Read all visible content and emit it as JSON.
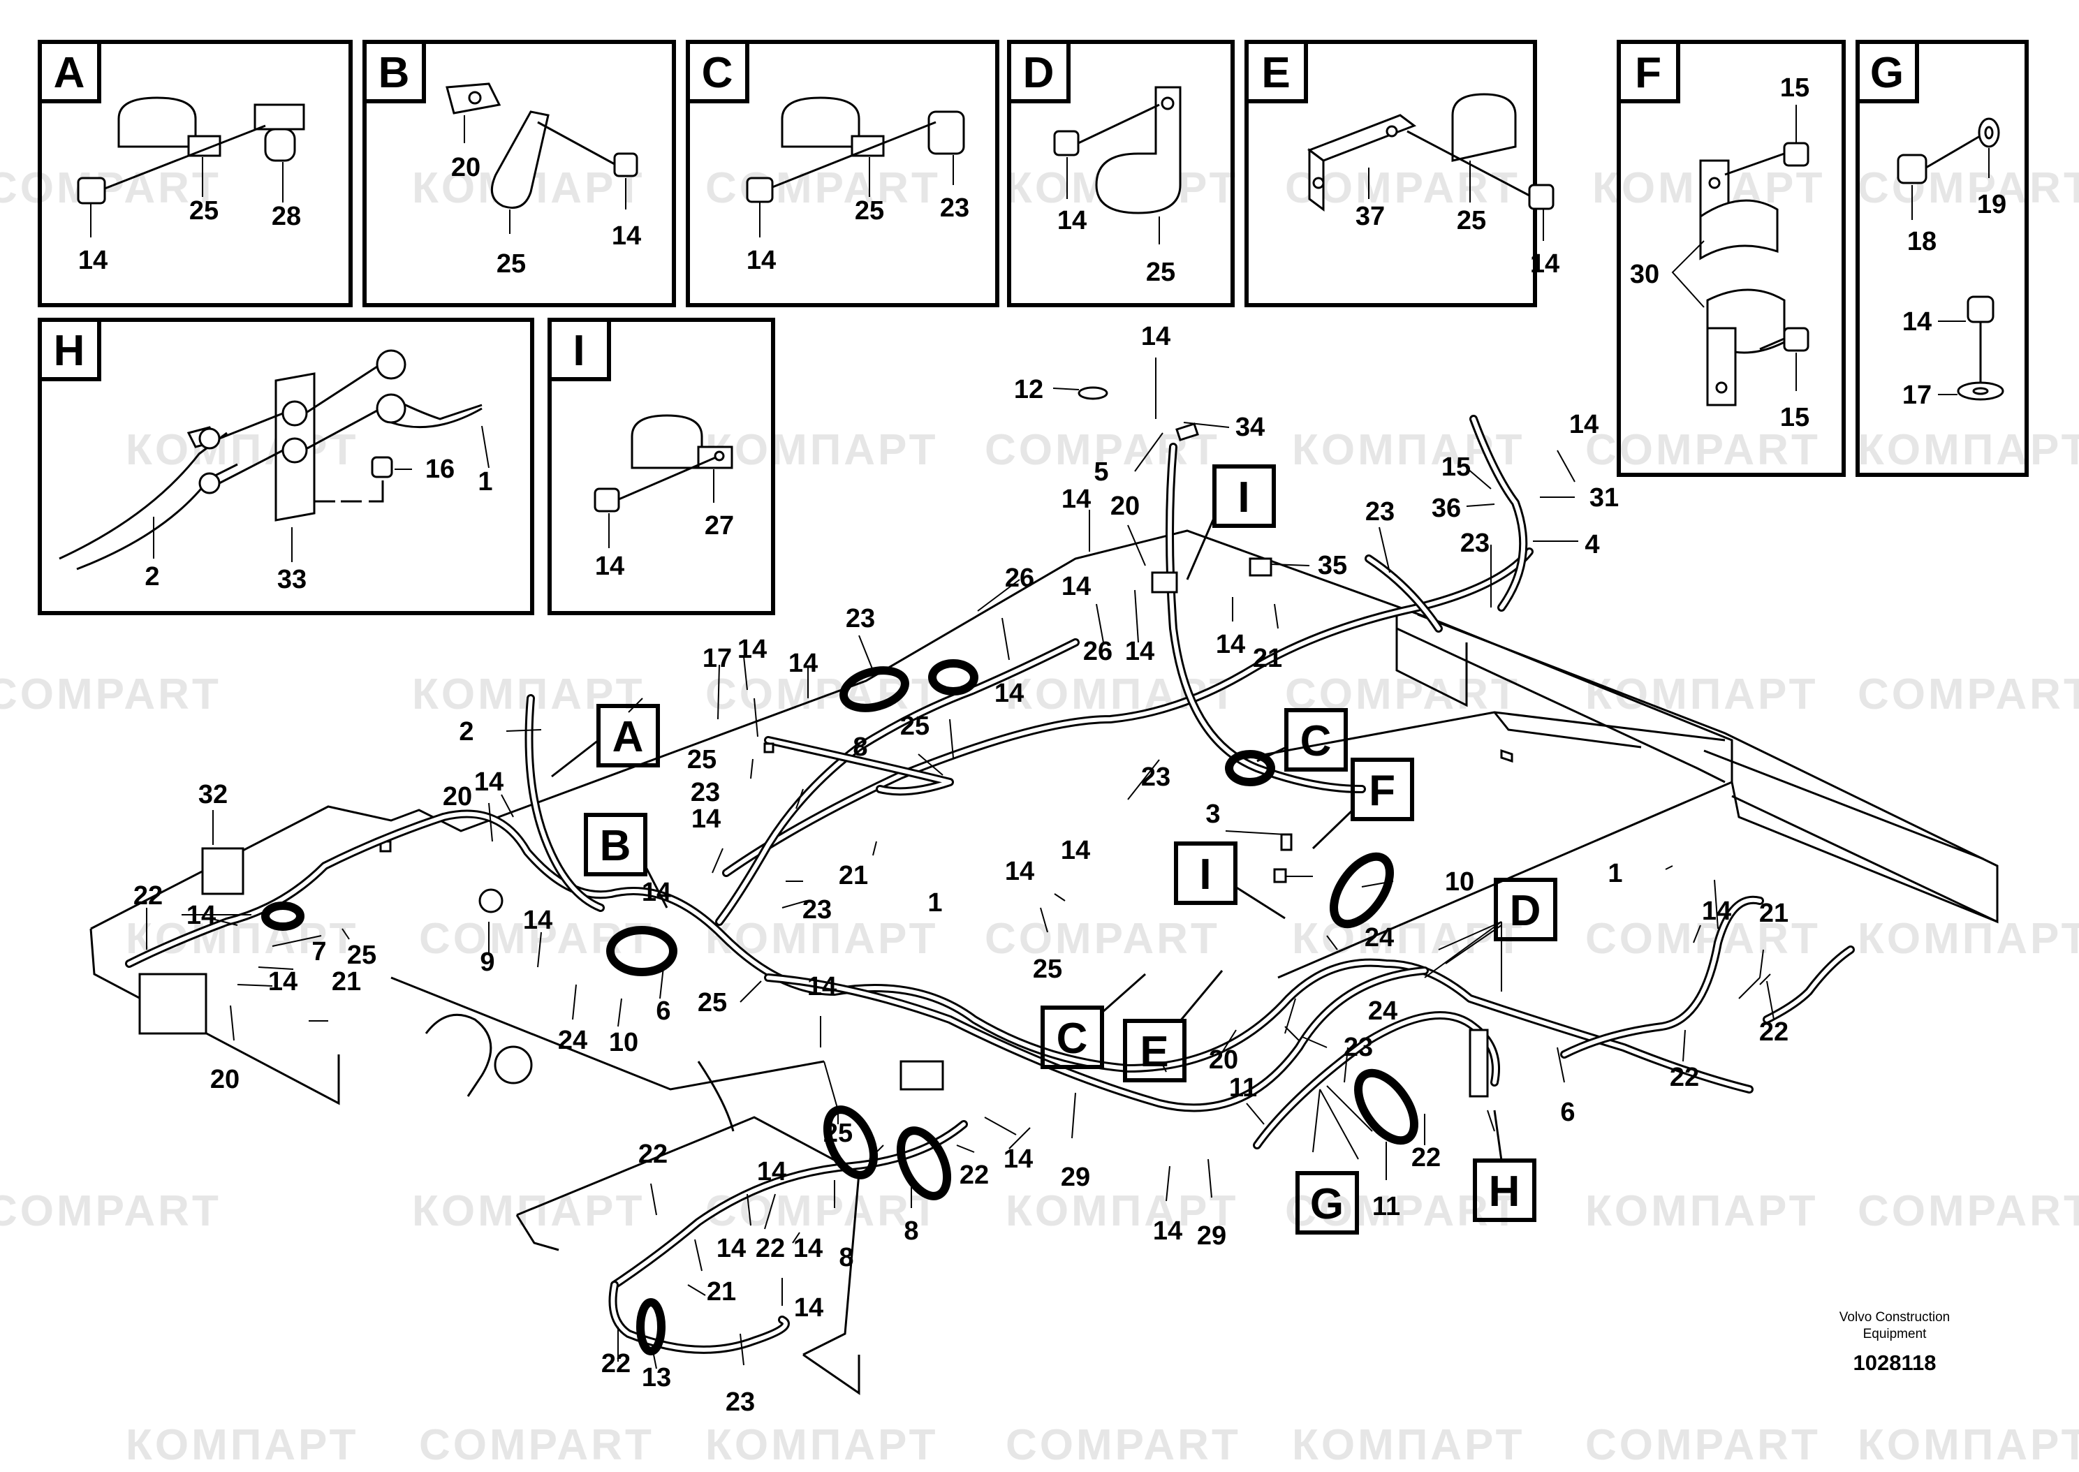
{
  "watermarks": [
    "COMPART",
    "КОМПАРТ"
  ],
  "insets": [
    {
      "letter": "A",
      "callouts": [
        "14",
        "25",
        "28"
      ]
    },
    {
      "letter": "B",
      "callouts": [
        "20",
        "25",
        "14"
      ]
    },
    {
      "letter": "C",
      "callouts": [
        "14",
        "25",
        "23"
      ]
    },
    {
      "letter": "D",
      "callouts": [
        "14",
        "25"
      ]
    },
    {
      "letter": "E",
      "callouts": [
        "37",
        "25",
        "14"
      ]
    },
    {
      "letter": "F",
      "callouts": [
        "15",
        "30",
        "15"
      ]
    },
    {
      "letter": "G",
      "callouts": [
        "19",
        "18",
        "14",
        "17"
      ]
    },
    {
      "letter": "H",
      "callouts": [
        "16",
        "1",
        "2",
        "33"
      ]
    },
    {
      "letter": "I",
      "callouts": [
        "27",
        "14"
      ]
    }
  ],
  "main_callouts": [
    "12",
    "14",
    "34",
    "5",
    "14",
    "20",
    "15",
    "14",
    "36",
    "31",
    "23",
    "4",
    "23",
    "35",
    "26",
    "14",
    "26",
    "14",
    "21",
    "23",
    "14",
    "14",
    "17",
    "14",
    "2",
    "8",
    "25",
    "14",
    "25",
    "23",
    "14",
    "20",
    "32",
    "14",
    "14",
    "22",
    "14",
    "7",
    "25",
    "21",
    "9",
    "14",
    "24",
    "10",
    "6",
    "25",
    "14",
    "21",
    "23",
    "1",
    "14",
    "25",
    "23",
    "3",
    "10",
    "24",
    "23",
    "24",
    "20",
    "11",
    "11",
    "22",
    "6",
    "22",
    "14",
    "22",
    "1",
    "14",
    "22",
    "25",
    "22",
    "14",
    "29",
    "14",
    "29",
    "8",
    "14",
    "22",
    "14",
    "8",
    "21",
    "14",
    "22",
    "13",
    "23",
    "20",
    "14",
    "21",
    "14"
  ],
  "main_labels": [
    "A",
    "B",
    "C",
    "C",
    "D",
    "E",
    "F",
    "G",
    "H",
    "I",
    "I"
  ],
  "credit": {
    "line1": "Volvo Construction",
    "line2": "Equipment"
  },
  "doc_number": "1028118"
}
